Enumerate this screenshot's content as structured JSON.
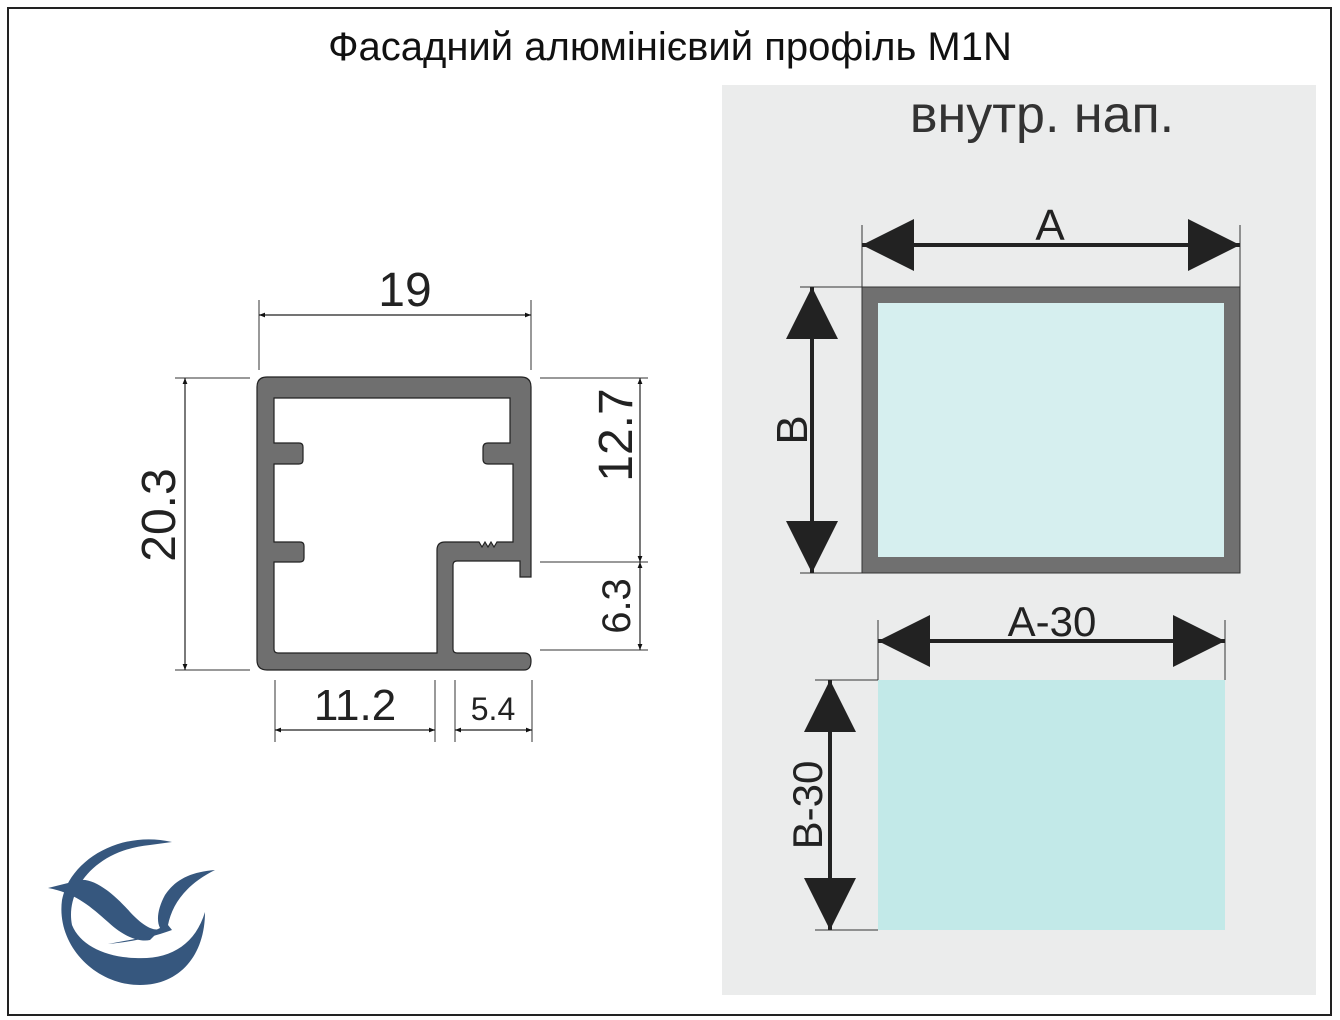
{
  "title": "Фасадний алюмінієвий профіль M1N",
  "profile": {
    "width": "19",
    "height": "20.3",
    "upper_height": "12.7",
    "lower_height": "6.3",
    "left_width": "11.2",
    "right_width": "5.4"
  },
  "panel": {
    "label": "внутр. нап.",
    "outer_width": "A",
    "outer_height": "B",
    "glass_width": "A-30",
    "glass_height": "B-30"
  },
  "colors": {
    "profile": "#6f6f6f",
    "panel_bg": "#ebecec",
    "glass_outer": "#d6efef",
    "glass_inner": "#c2e9e8",
    "logo": "#36577e"
  },
  "logo": {
    "icon": "bird-crescent-logo"
  }
}
